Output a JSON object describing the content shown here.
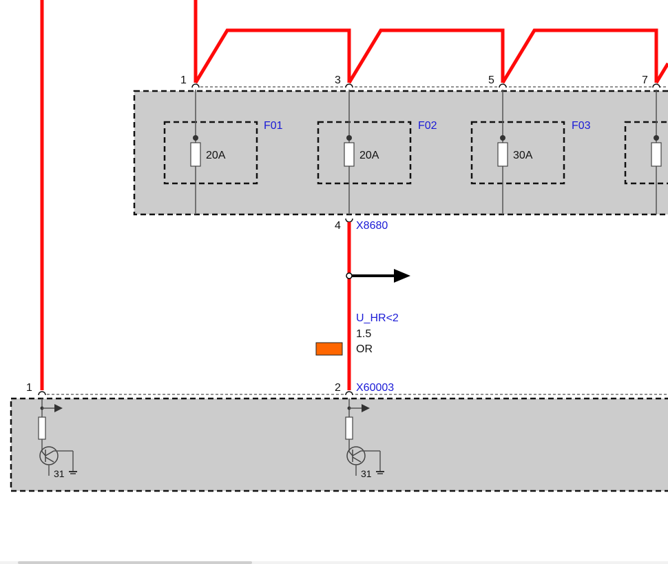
{
  "colors": {
    "wire": "#ff0a0a",
    "module_fill": "#cccccc",
    "signal_label": "#1a1ad6",
    "wire_color_swatch": "#ff6600"
  },
  "fuse_box": {
    "pins": [
      "1",
      "3",
      "5",
      "7"
    ],
    "fuses": [
      {
        "name": "F01",
        "rating": "20A"
      },
      {
        "name": "F02",
        "rating": "20A"
      },
      {
        "name": "F03",
        "rating": "30A"
      }
    ],
    "output_pin": "4",
    "connector": "X8680"
  },
  "wire": {
    "signal": "U_HR<2",
    "gauge": "1.5",
    "color_code": "OR"
  },
  "control_unit": {
    "pins": [
      "1",
      "2"
    ],
    "connector": "X60003",
    "ground_labels": [
      "31",
      "31"
    ]
  }
}
